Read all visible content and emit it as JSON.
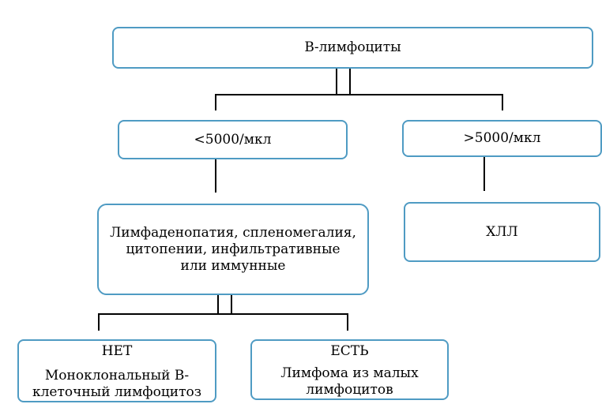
{
  "root": {
    "label": "В-лимфоциты"
  },
  "level1": {
    "left": {
      "label": "<5000/мкл"
    },
    "right": {
      "label": ">5000/мкл"
    }
  },
  "level2": {
    "left": {
      "lines": [
        "Лимфаденопатия, спленомегалия,",
        "цитопении, инфильтративные",
        "или иммунные"
      ]
    },
    "right": {
      "label": "ХЛЛ"
    }
  },
  "level3": {
    "no": {
      "title": "НЕТ",
      "lines": [
        "Моноклональный В-",
        "клеточный лимфоцитоз"
      ]
    },
    "yes": {
      "title": "ЕСТЬ",
      "lines": [
        "Лимфома из малых",
        "лимфоцитов"
      ]
    }
  },
  "colors": {
    "box_border": "#4f9bc3",
    "connector": "#000000"
  }
}
